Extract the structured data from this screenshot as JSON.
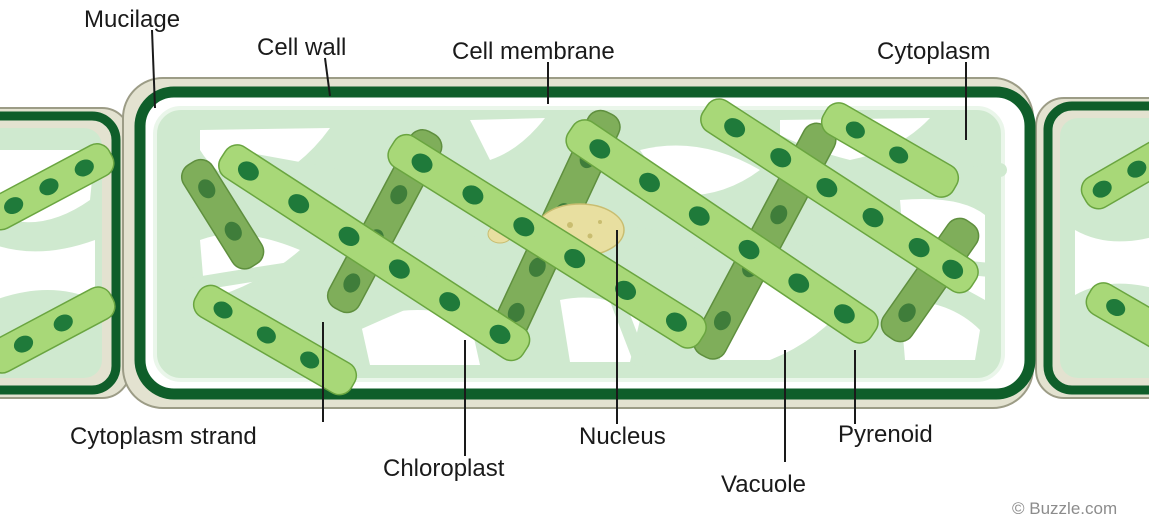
{
  "labels": {
    "mucilage": "Mucilage",
    "cell_wall": "Cell wall",
    "cell_membrane": "Cell membrane",
    "cytoplasm": "Cytoplasm",
    "cytoplasm_strand": "Cytoplasm strand",
    "chloroplast": "Chloroplast",
    "nucleus": "Nucleus",
    "vacuole": "Vacuole",
    "pyrenoid": "Pyrenoid"
  },
  "credit": "© Buzzle.com",
  "colors": {
    "mucilage": "#e3e2d0",
    "mucilage_edge": "#9c9c86",
    "cell_wall": "#0f5e2a",
    "cytoplasm": "#cfe9cf",
    "vacuole": "#ffffff",
    "chloroplast": "#a8d878",
    "chloroplast_edge": "#6aa540",
    "chloroplast_back": "#7fae5a",
    "pyrenoid": "#1f7a3a",
    "pyrenoid_back": "#3f7d3a",
    "nucleus": "#e8dfa0",
    "leader": "#1a1a1a"
  }
}
